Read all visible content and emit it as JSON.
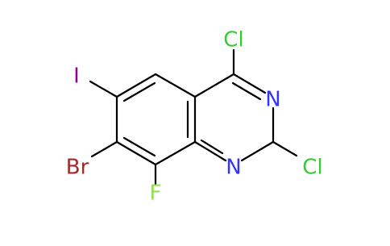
{
  "molecule": {
    "atoms": [
      {
        "id": "Cl_top",
        "label": "Cl",
        "color": "#33cc33"
      },
      {
        "id": "N3",
        "label": "N",
        "color": "#3333ff"
      },
      {
        "id": "Cl_right",
        "label": "Cl",
        "color": "#33cc33"
      },
      {
        "id": "N1",
        "label": "N",
        "color": "#3333ff"
      },
      {
        "id": "I",
        "label": "I",
        "color": "#940094"
      },
      {
        "id": "Br",
        "label": "Br",
        "color": "#a62929"
      },
      {
        "id": "F",
        "label": "F",
        "color": "#90e050"
      }
    ],
    "bond_color": "#000000"
  }
}
